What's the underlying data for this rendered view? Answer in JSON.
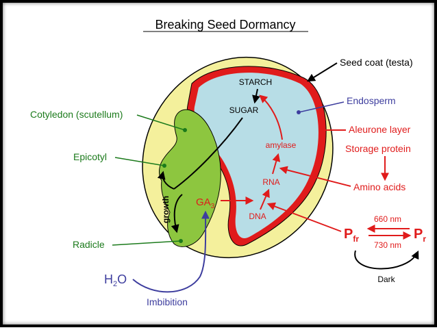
{
  "title": "Breaking Seed Dormancy",
  "labels": {
    "seed_coat": "Seed coat (testa)",
    "endosperm": "Endosperm",
    "aleurone": "Aleurone layer",
    "storage_protein": "Storage protein",
    "amino_acids": "Amino acids",
    "cotyledon": "Cotyledon (scutellum)",
    "epicotyl": "Epicotyl",
    "radicle": "Radicle",
    "starch": "STARCH",
    "sugar": "SUGAR",
    "amylase": "amylase",
    "rna": "RNA",
    "dna": "DNA",
    "ga": "GA",
    "ga_sub": "3",
    "growth": "growth",
    "water": "H",
    "water_sub": "2",
    "water_end": "O",
    "imbibition": "Imbibition",
    "pfr": "P",
    "pfr_sub": "fr",
    "pr": "P",
    "pr_sub": "r",
    "nm660": "660 nm",
    "nm730": "730 nm",
    "dark": "Dark"
  },
  "colors": {
    "seed_coat": "#f4f09c",
    "endosperm": "#b7dde6",
    "aleurone": "#e01b1b",
    "embryo": "#8dc63f",
    "green_text": "#1b7a1b",
    "blue_text": "#3d3d9e",
    "red": "#e01b1b"
  }
}
